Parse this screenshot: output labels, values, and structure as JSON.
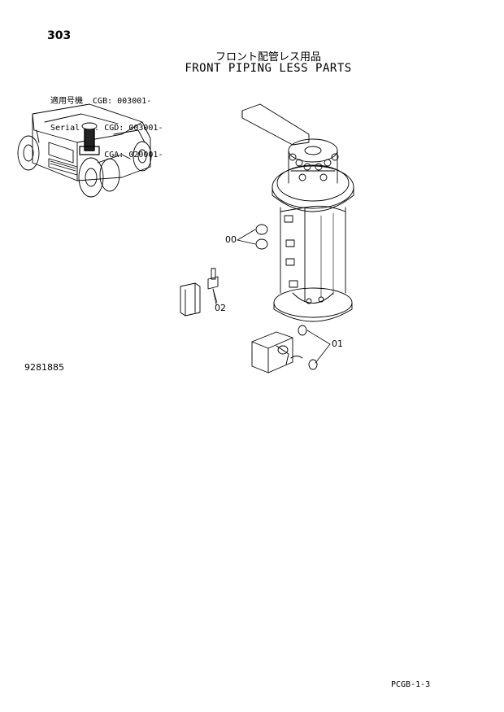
{
  "page": {
    "number": "303",
    "title_jp": "フロント配管レス用品",
    "title_en": "FRONT PIPING LESS PARTS",
    "serial": {
      "line1": "適用号機  CGB: 003001-",
      "line2": "Serial No. CGD: 003001-",
      "line3": "           CGA: 020001-"
    },
    "doc_id": "9281885",
    "footer_code": "PCGB-1-3"
  },
  "callouts": {
    "c00": "00",
    "c01": "01",
    "c02": "02"
  }
}
